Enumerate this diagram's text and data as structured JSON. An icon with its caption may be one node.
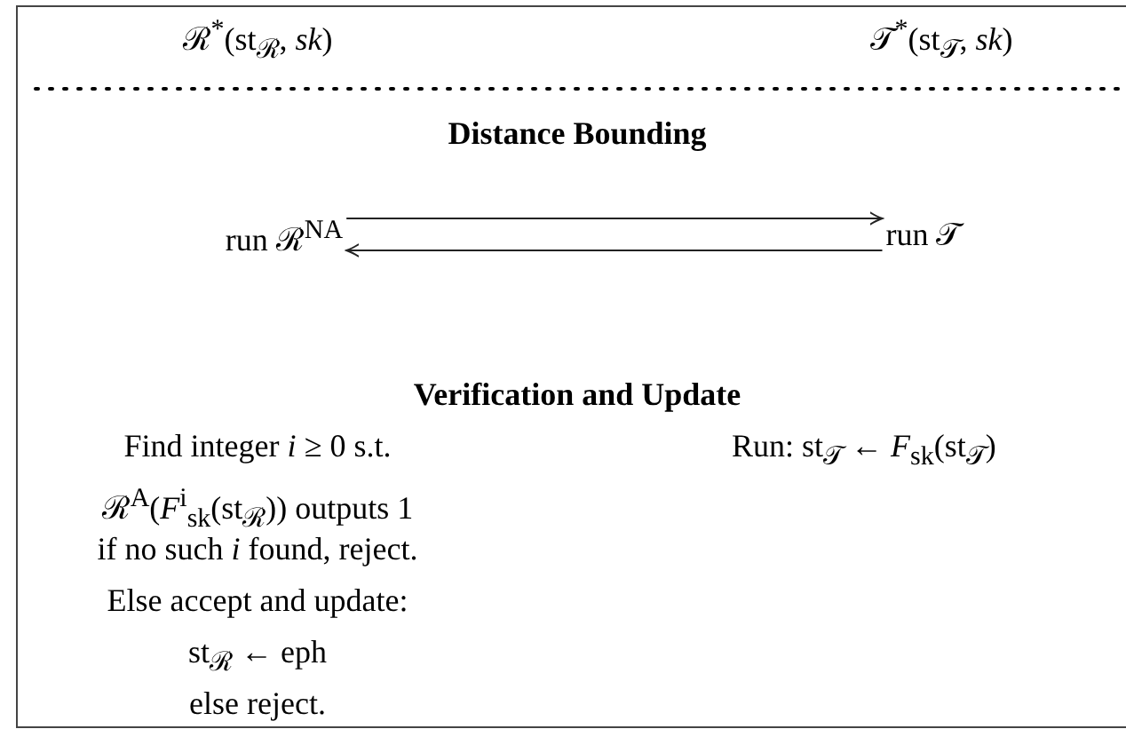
{
  "diagram": {
    "nodes": [
      {
        "text": [
          "run ℛ$^{NA}$"
        ]
      },
      {
        "text": [
          "run 𝒯"
        ]
      }
    ],
    "edges": [
      {
        "from": 0,
        "to": 1,
        "arrow": "to"
      },
      {
        "from": 1,
        "to": 0,
        "arrow": "to"
      }
    ],
    "labels": [
      "ℛ$^{*}$(st$_{ℛ}$, *sk*)",
      "𝒯$^{*}$(st$_{𝒯}$, *sk*)",
      "Distance Bounding",
      "Verification and Update",
      "Find integer *i* ≥ 0 s.t.",
      "Run: st$_{𝒯}$ ← *F*$_{sk}$(st$_{𝒯}$)",
      "ℛ$^{A}$(*F*$^{i}$$_{sk}$(st$_{ℛ}$)) outputs 1",
      "if no such *i* found, reject.",
      "Else accept and update:",
      "st$_{ℛ}$ ← eph",
      "else reject."
    ]
  }
}
